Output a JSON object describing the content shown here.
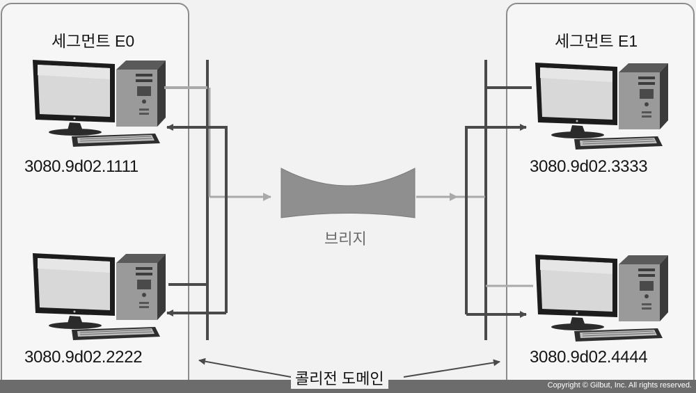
{
  "segments": {
    "left": {
      "title": "세그먼트 E0",
      "hosts": [
        {
          "mac": "3080.9d02.1111"
        },
        {
          "mac": "3080.9d02.2222"
        }
      ]
    },
    "right": {
      "title": "세그먼트 E1",
      "hosts": [
        {
          "mac": "3080.9d02.3333"
        },
        {
          "mac": "3080.9d02.4444"
        }
      ]
    }
  },
  "bridge": {
    "label": "브리지"
  },
  "collision_domain": {
    "label": "콜리전 도메인"
  },
  "copyright": "Copyright © Gilbut, Inc. All rights reserved.",
  "colors": {
    "dark_line": "#4a4a4a",
    "light_line": "#a9a9a9",
    "bridge_fill": "#8f8f8f",
    "footer": "#6c6c6c"
  }
}
